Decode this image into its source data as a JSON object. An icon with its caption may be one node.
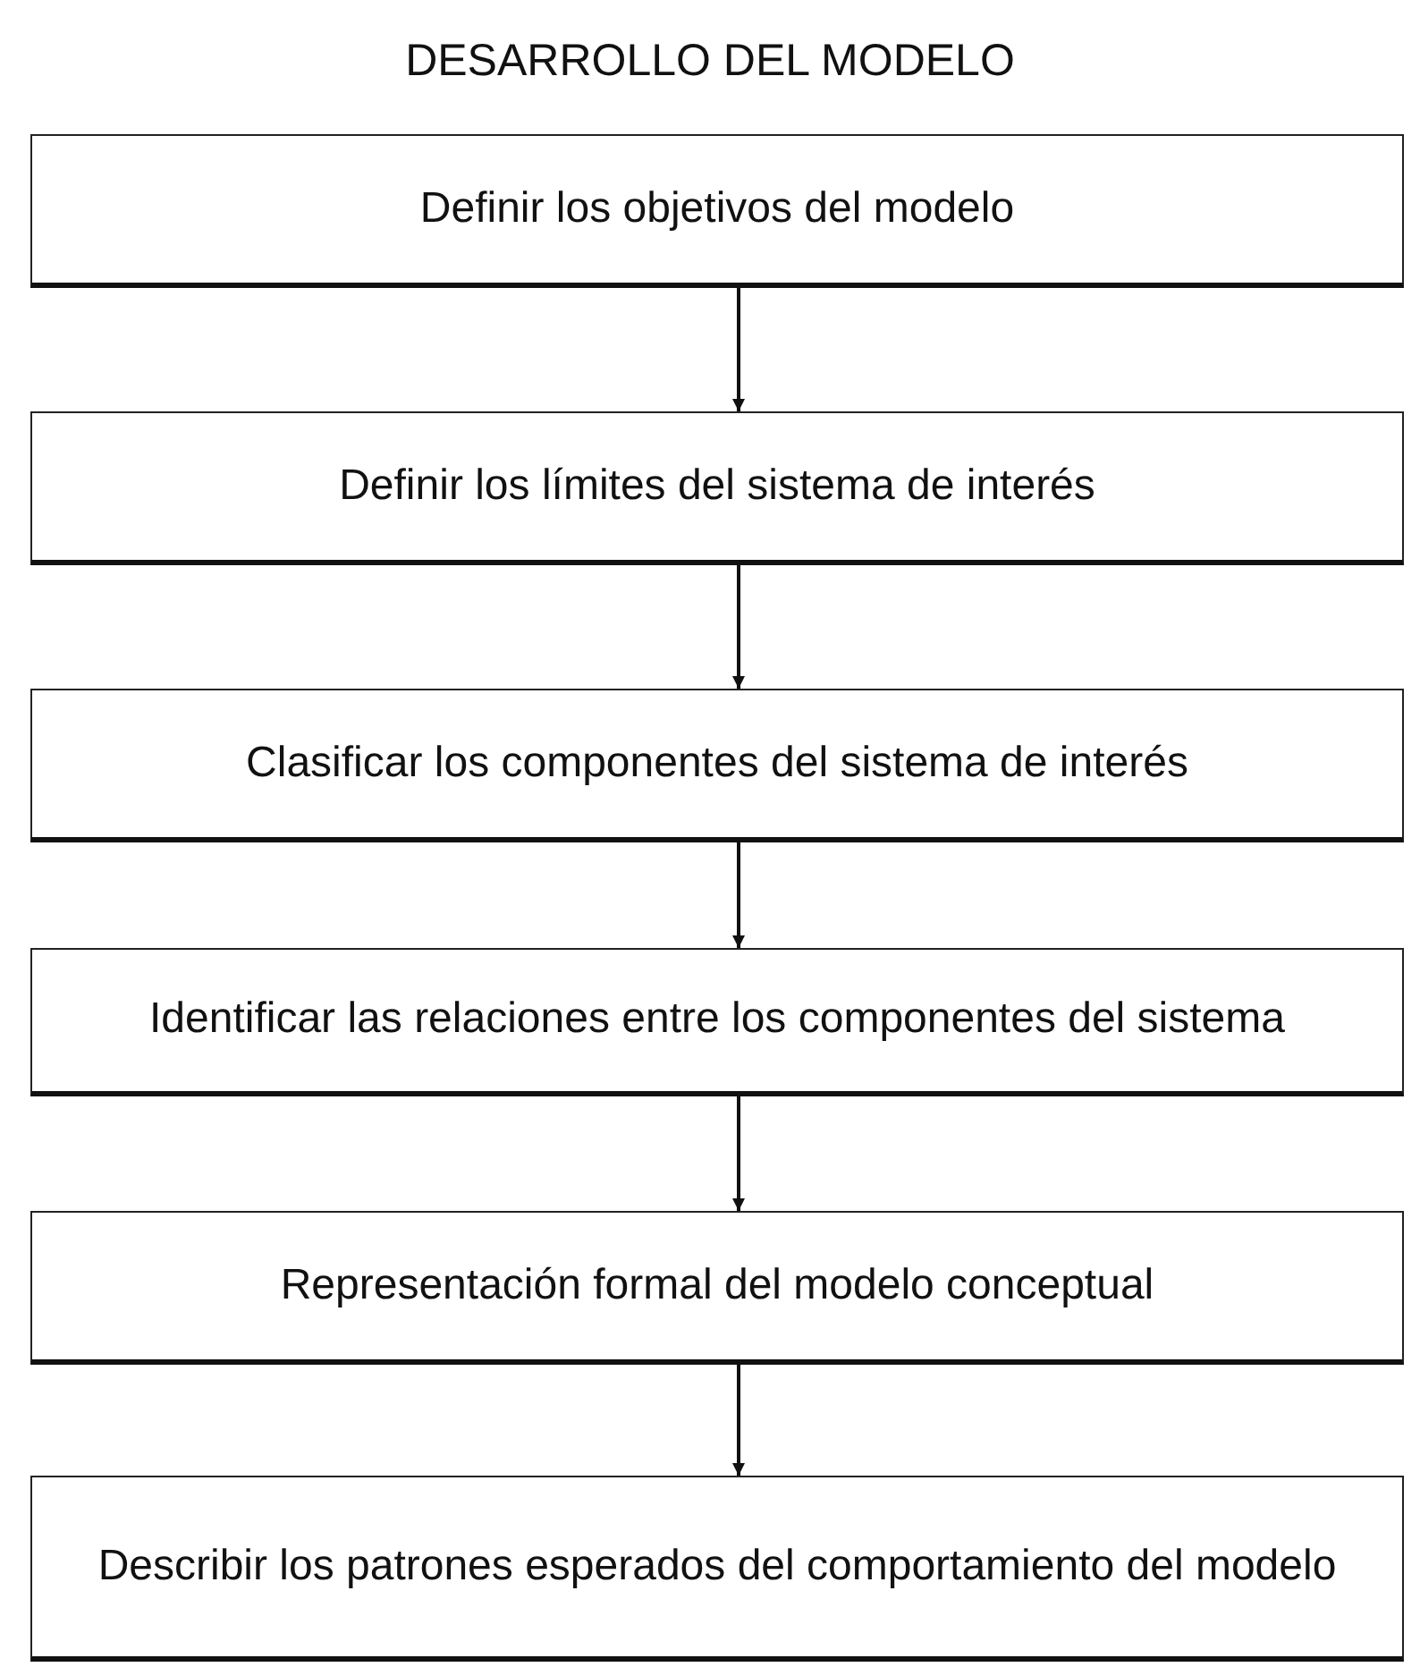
{
  "diagram": {
    "title": "DESARROLLO DEL MODELO",
    "nodes": [
      {
        "text": [
          "Definir los objetivos del modelo"
        ]
      },
      {
        "text": [
          "Definir los límites del sistema de interés"
        ]
      },
      {
        "text": [
          "Clasificar los componentes del sistema de interés"
        ]
      },
      {
        "text": [
          "Identificar las relaciones entre los componentes del sistema"
        ]
      },
      {
        "text": [
          "Representación formal del modelo conceptual"
        ]
      },
      {
        "text": [
          "Describir los patrones esperados del comportamiento del modelo"
        ]
      }
    ],
    "edges": [
      {
        "from": 0,
        "to": 1,
        "arrow": "to"
      },
      {
        "from": 1,
        "to": 2,
        "arrow": "to"
      },
      {
        "from": 2,
        "to": 3,
        "arrow": "to"
      },
      {
        "from": 3,
        "to": 4,
        "arrow": "to"
      },
      {
        "from": 4,
        "to": 5,
        "arrow": "to"
      }
    ]
  }
}
